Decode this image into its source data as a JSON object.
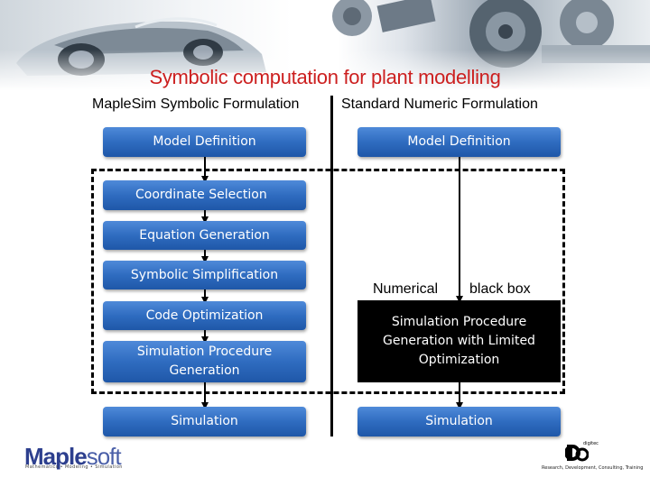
{
  "title": "Symbolic computation for plant modelling",
  "columns": {
    "left_heading": "MapleSim Symbolic Formulation",
    "right_heading": "Standard Numeric Formulation"
  },
  "left_steps": [
    "Model Definition",
    "Coordinate Selection",
    "Equation Generation",
    "Symbolic Simplification",
    "Code Optimization",
    "Simulation Procedure Generation",
    "Simulation"
  ],
  "right_steps": {
    "model_definition": "Model Definition",
    "black_box_label_1": "Numerical",
    "black_box_label_2": "black box",
    "procedure": "Simulation Procedure Generation with Limited Optimization",
    "simulation": "Simulation"
  },
  "footer": {
    "maplesoft_logo_a": "Maple",
    "maplesoft_logo_b": "soft",
    "maplesoft_tagline": "Mathematics • Modeling • Simulation",
    "right_logo_brand": "digitec",
    "right_tagline": "Research, Development, Consulting, Training"
  },
  "colors": {
    "title": "#cc1f1f",
    "step_box": "#2f6cc0",
    "black_box": "#000000"
  },
  "icons": [
    "sports-car-image",
    "engine-parts-image",
    "maplesoft-logo",
    "digitec-logo"
  ]
}
